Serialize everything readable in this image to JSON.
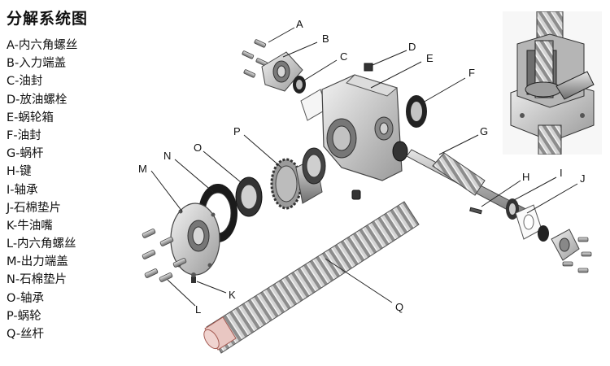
{
  "title": "分解系统图",
  "legend": [
    {
      "key": "A",
      "text": "A-内六角螺丝"
    },
    {
      "key": "B",
      "text": "B-入力端盖"
    },
    {
      "key": "C",
      "text": "C-油封"
    },
    {
      "key": "D",
      "text": "D-放油螺栓"
    },
    {
      "key": "E",
      "text": "E-蜗轮箱"
    },
    {
      "key": "F",
      "text": "F-油封"
    },
    {
      "key": "G",
      "text": "G-蜗杆"
    },
    {
      "key": "H",
      "text": "H-键"
    },
    {
      "key": "I",
      "text": "I-轴承"
    },
    {
      "key": "J",
      "text": "J-石棉垫片"
    },
    {
      "key": "K",
      "text": "K-牛油嘴"
    },
    {
      "key": "L",
      "text": "L-内六角螺丝"
    },
    {
      "key": "M",
      "text": "M-出力端盖"
    },
    {
      "key": "N",
      "text": "N-石棉垫片"
    },
    {
      "key": "O",
      "text": "O-轴承"
    },
    {
      "key": "P",
      "text": "P-蜗轮"
    },
    {
      "key": "Q",
      "text": "Q-丝杆"
    }
  ],
  "callouts": {
    "A": "A",
    "B": "B",
    "C": "C",
    "D": "D",
    "E": "E",
    "F": "F",
    "G": "G",
    "H": "H",
    "I": "I",
    "J": "J",
    "K": "K",
    "L": "L",
    "M": "M",
    "N": "N",
    "O": "O",
    "P": "P",
    "Q": "Q"
  }
}
